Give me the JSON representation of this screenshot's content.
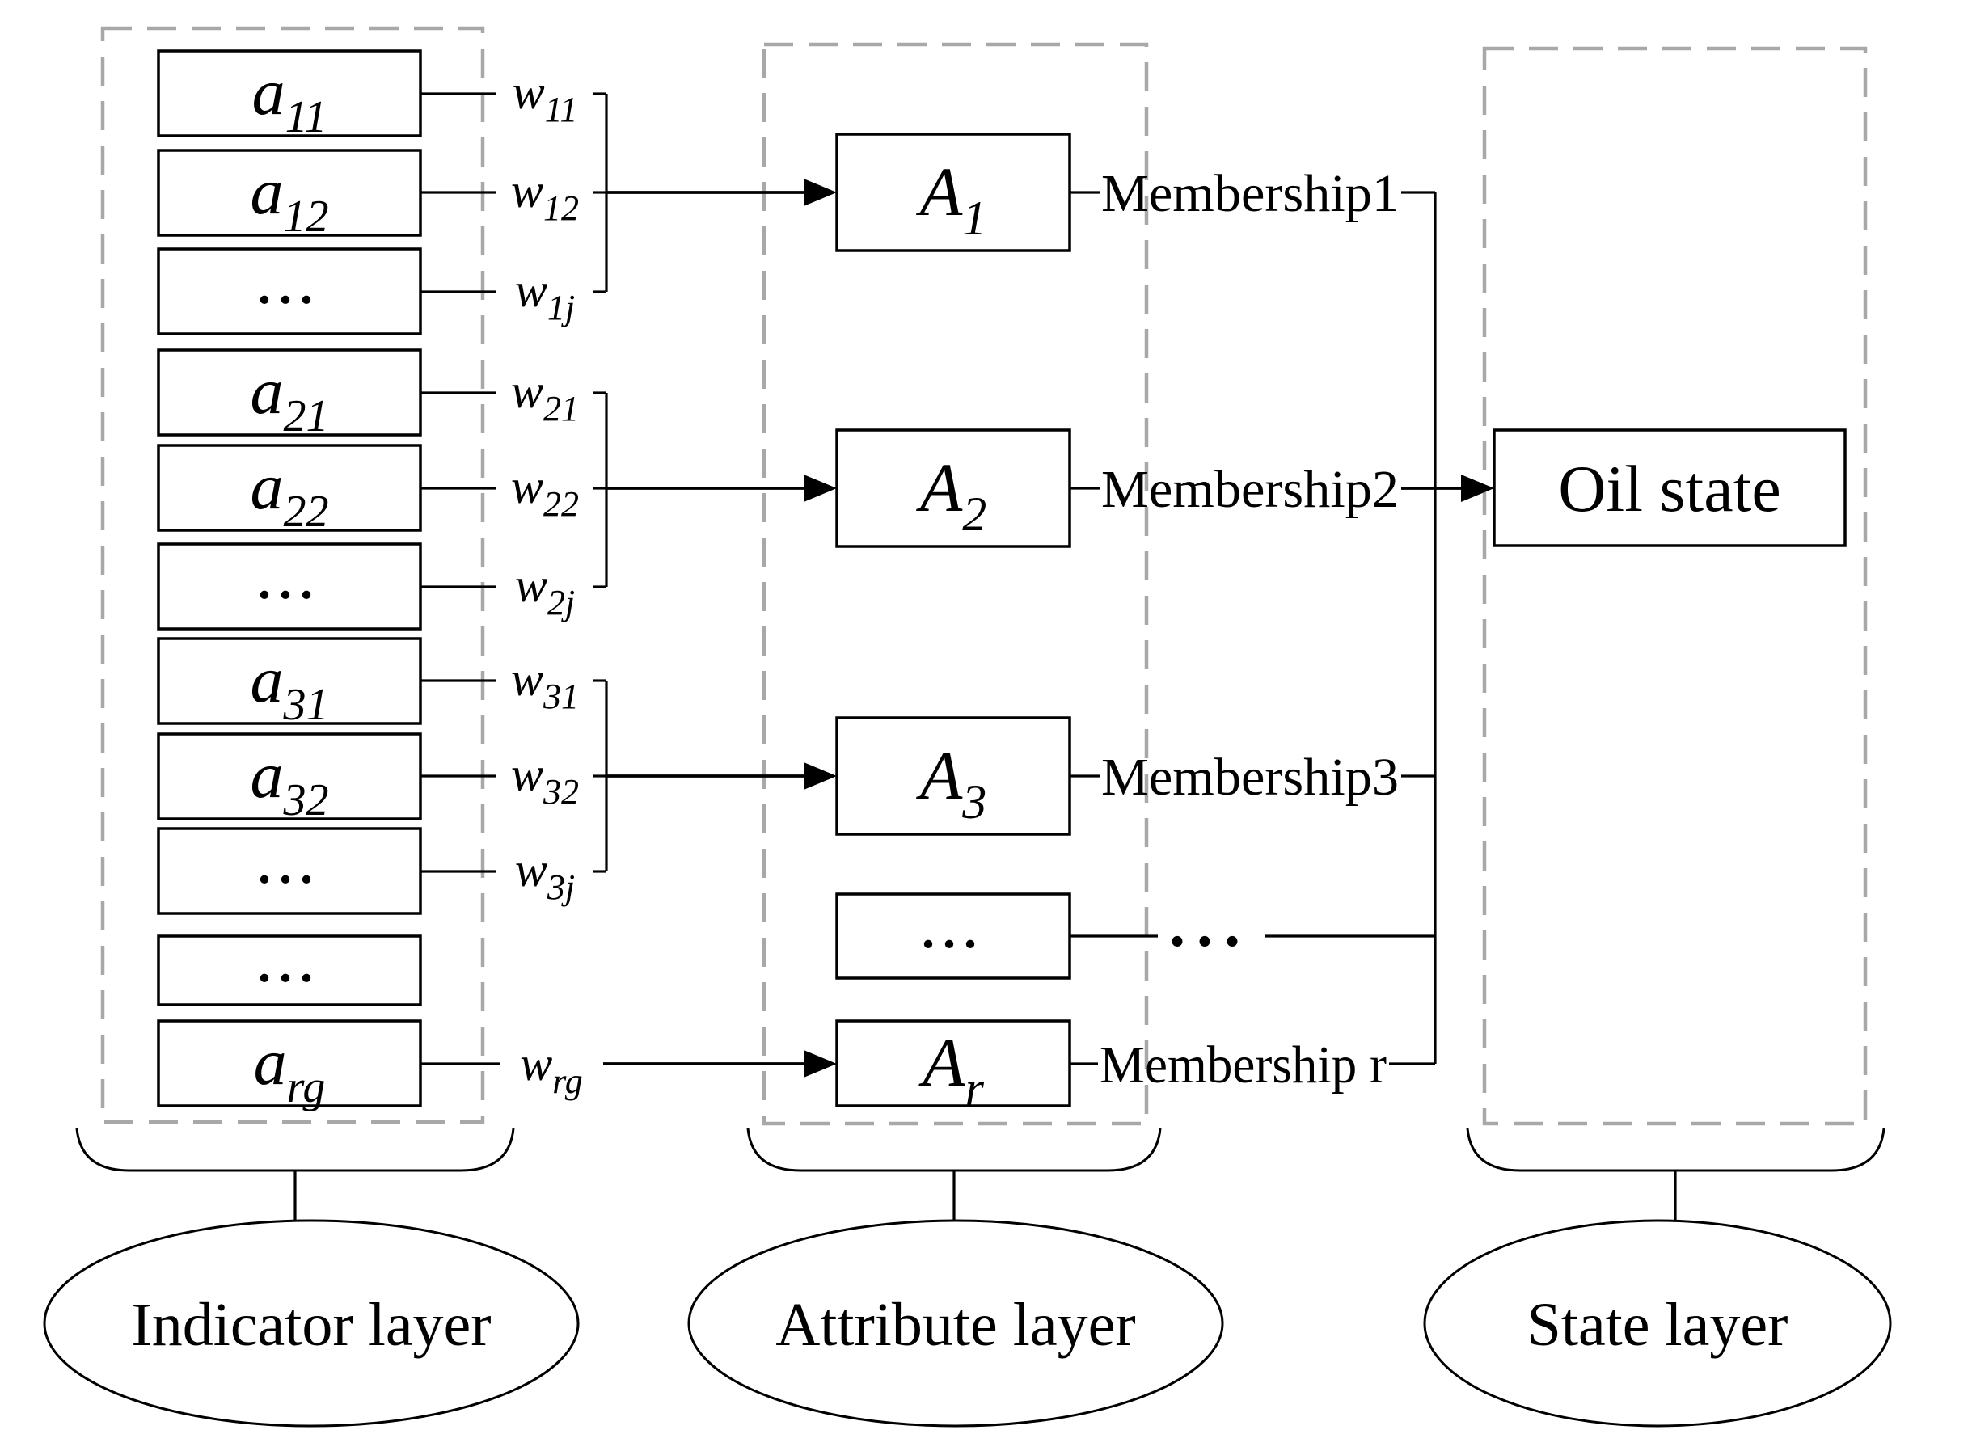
{
  "indicator": {
    "layer_label": "Indicator layer",
    "boxes": [
      {
        "base": "a",
        "sub": "11"
      },
      {
        "base": "a",
        "sub": "12"
      },
      {
        "dots": "..."
      },
      {
        "base": "a",
        "sub": "21"
      },
      {
        "base": "a",
        "sub": "22"
      },
      {
        "dots": "..."
      },
      {
        "base": "a",
        "sub": "31"
      },
      {
        "base": "a",
        "sub": "32"
      },
      {
        "dots": "..."
      },
      {
        "dots": "..."
      },
      {
        "base": "a",
        "sub": "rg"
      }
    ],
    "weights": [
      {
        "base": "w",
        "sub": "11"
      },
      {
        "base": "w",
        "sub": "12"
      },
      {
        "base": "w",
        "sub": "1j"
      },
      {
        "base": "w",
        "sub": "21"
      },
      {
        "base": "w",
        "sub": "22"
      },
      {
        "base": "w",
        "sub": "2j"
      },
      {
        "base": "w",
        "sub": "31"
      },
      {
        "base": "w",
        "sub": "32"
      },
      {
        "base": "w",
        "sub": "3j"
      },
      {
        "base": "w",
        "sub": "rg"
      }
    ]
  },
  "attribute": {
    "layer_label": "Attribute layer",
    "nodes": [
      {
        "base": "A",
        "sub": "1"
      },
      {
        "base": "A",
        "sub": "2"
      },
      {
        "base": "A",
        "sub": "3"
      },
      {
        "dots": "..."
      },
      {
        "base": "A",
        "sub": "r"
      }
    ],
    "memberships": [
      "Membership1",
      "Membership2",
      "Membership3",
      "...",
      "Membership r"
    ]
  },
  "state": {
    "layer_label": "State layer",
    "node": "Oil state"
  }
}
